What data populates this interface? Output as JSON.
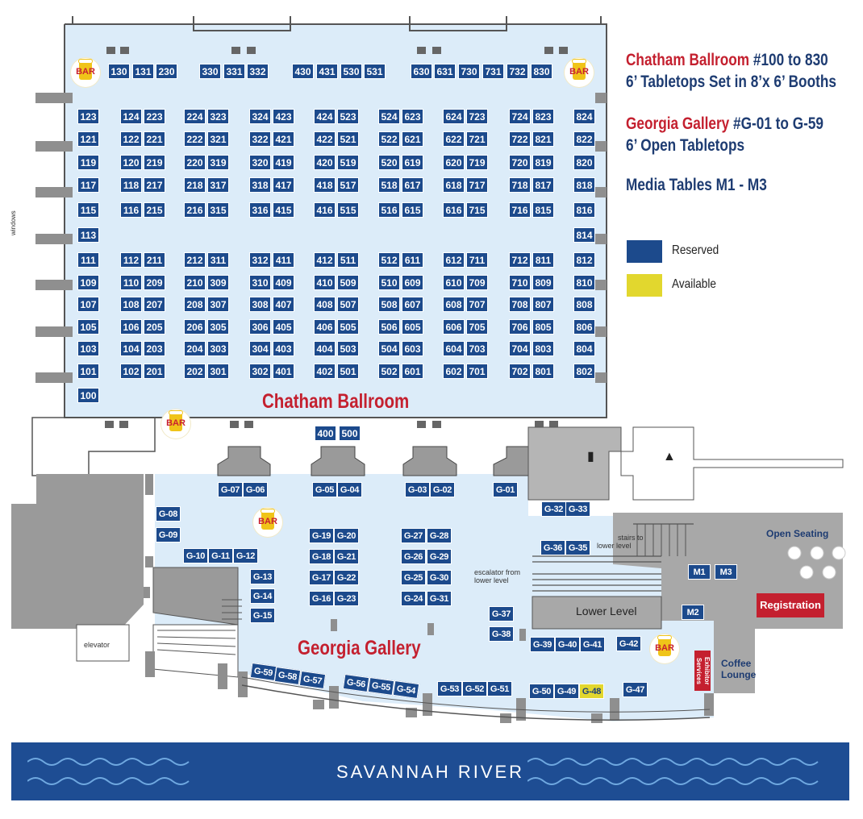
{
  "legend": {
    "chatham_name": "Chatham Ballroom",
    "chatham_range": " #100 to 830",
    "chatham_desc": "6’ Tabletops Set in 8’x 6’ Booths",
    "georgia_name": "Georgia Gallery",
    "georgia_range": " #G-01 to G-59",
    "georgia_desc": "6’ Open Tabletops",
    "media": "Media Tables M1 - M3",
    "reserved_label": "Reserved",
    "available_label": "Available",
    "reserved_color": "#1c4a8c",
    "available_color": "#e2d72e"
  },
  "halls": {
    "chatham": "Chatham Ballroom",
    "georgia": "Georgia Gallery"
  },
  "labels": {
    "bar": "BAR",
    "windows": "windows",
    "elevator": "elevator",
    "stairs": "stairs to",
    "stairs2": "lower level",
    "escalator": "escalator from",
    "escalator2": "lower level",
    "lower_level": "Lower Level",
    "open_seating": "Open Seating",
    "registration": "Registration",
    "exhibitor_services": "Exhibitor Services",
    "coffee": "Coffee",
    "lounge": "Lounge",
    "river": "SAVANNAH RIVER"
  },
  "booths": [
    "130",
    "131",
    "230",
    "330",
    "331",
    "332",
    "430",
    "431",
    "530",
    "531",
    "630",
    "631",
    "730",
    "731",
    "732",
    "830",
    "123",
    "124",
    "223",
    "224",
    "323",
    "324",
    "423",
    "424",
    "523",
    "524",
    "623",
    "624",
    "723",
    "724",
    "823",
    "824",
    "121",
    "122",
    "221",
    "222",
    "321",
    "322",
    "421",
    "422",
    "521",
    "522",
    "621",
    "622",
    "721",
    "722",
    "821",
    "822",
    "119",
    "120",
    "219",
    "220",
    "319",
    "320",
    "419",
    "420",
    "519",
    "520",
    "619",
    "620",
    "719",
    "720",
    "819",
    "820",
    "117",
    "118",
    "217",
    "218",
    "317",
    "318",
    "417",
    "418",
    "517",
    "518",
    "617",
    "618",
    "717",
    "718",
    "817",
    "818",
    "115",
    "116",
    "215",
    "216",
    "315",
    "316",
    "415",
    "416",
    "515",
    "516",
    "615",
    "616",
    "715",
    "716",
    "815",
    "816",
    "113",
    "814",
    "111",
    "112",
    "211",
    "212",
    "311",
    "312",
    "411",
    "412",
    "511",
    "512",
    "611",
    "612",
    "711",
    "712",
    "811",
    "812",
    "109",
    "110",
    "209",
    "210",
    "309",
    "310",
    "409",
    "410",
    "509",
    "510",
    "609",
    "610",
    "709",
    "710",
    "809",
    "810",
    "107",
    "108",
    "207",
    "208",
    "307",
    "308",
    "407",
    "408",
    "507",
    "508",
    "607",
    "608",
    "707",
    "708",
    "807",
    "808",
    "105",
    "106",
    "205",
    "206",
    "305",
    "306",
    "405",
    "406",
    "505",
    "506",
    "605",
    "606",
    "705",
    "706",
    "805",
    "806",
    "103",
    "104",
    "203",
    "204",
    "303",
    "304",
    "403",
    "404",
    "503",
    "504",
    "603",
    "604",
    "703",
    "704",
    "803",
    "804",
    "101",
    "102",
    "201",
    "202",
    "301",
    "302",
    "401",
    "402",
    "501",
    "502",
    "601",
    "602",
    "701",
    "702",
    "801",
    "802",
    "100",
    "400",
    "500",
    "G-07",
    "G-06",
    "G-05",
    "G-04",
    "G-03",
    "G-02",
    "G-01",
    "G-32",
    "G-33",
    "G-08",
    "G-09",
    "G-19",
    "G-20",
    "G-27",
    "G-28",
    "G-10",
    "G-11",
    "G-12",
    "G-18",
    "G-21",
    "G-26",
    "G-29",
    "G-36",
    "G-35",
    "G-13",
    "G-17",
    "G-22",
    "G-25",
    "G-30",
    "G-14",
    "G-16",
    "G-23",
    "G-24",
    "G-31",
    "G-15",
    "G-37",
    "G-38",
    "G-39",
    "G-40",
    "G-41",
    "G-42",
    "G-59",
    "G-58",
    "G-57",
    "G-56",
    "G-55",
    "G-54",
    "G-53",
    "G-52",
    "G-51",
    "G-50",
    "G-49",
    "G-48",
    "G-47",
    "M1",
    "M3",
    "M2"
  ],
  "available": [
    "G-48"
  ]
}
